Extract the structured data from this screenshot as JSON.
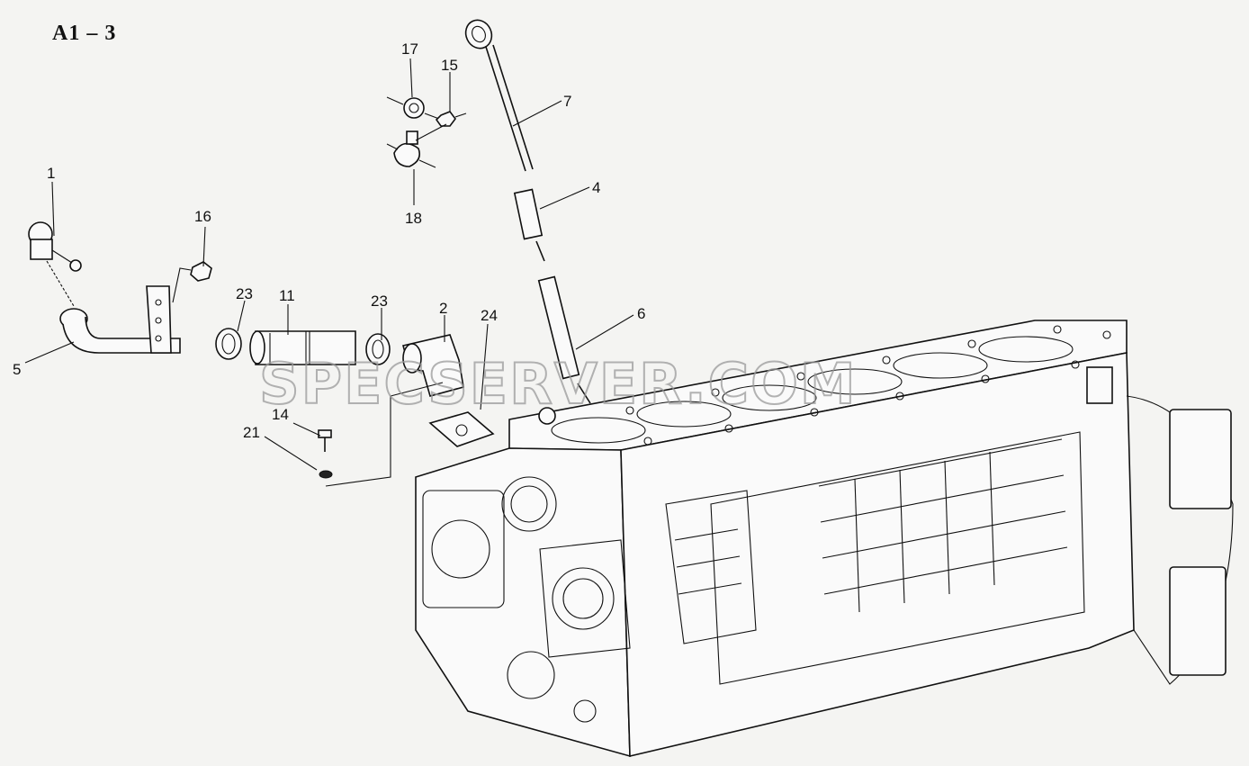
{
  "diagram": {
    "title": "A1 – 3",
    "watermark": "SPECSERVER.COM",
    "callouts": [
      {
        "id": "c1",
        "label": "1"
      },
      {
        "id": "c2",
        "label": "2"
      },
      {
        "id": "c4",
        "label": "4"
      },
      {
        "id": "c5",
        "label": "5"
      },
      {
        "id": "c6",
        "label": "6"
      },
      {
        "id": "c7",
        "label": "7"
      },
      {
        "id": "c11",
        "label": "11"
      },
      {
        "id": "c14",
        "label": "14"
      },
      {
        "id": "c15",
        "label": "15"
      },
      {
        "id": "c16",
        "label": "16"
      },
      {
        "id": "c17",
        "label": "17"
      },
      {
        "id": "c18",
        "label": "18"
      },
      {
        "id": "c21",
        "label": "21"
      },
      {
        "id": "c23a",
        "label": "23"
      },
      {
        "id": "c23b",
        "label": "23"
      },
      {
        "id": "c24",
        "label": "24"
      }
    ]
  }
}
